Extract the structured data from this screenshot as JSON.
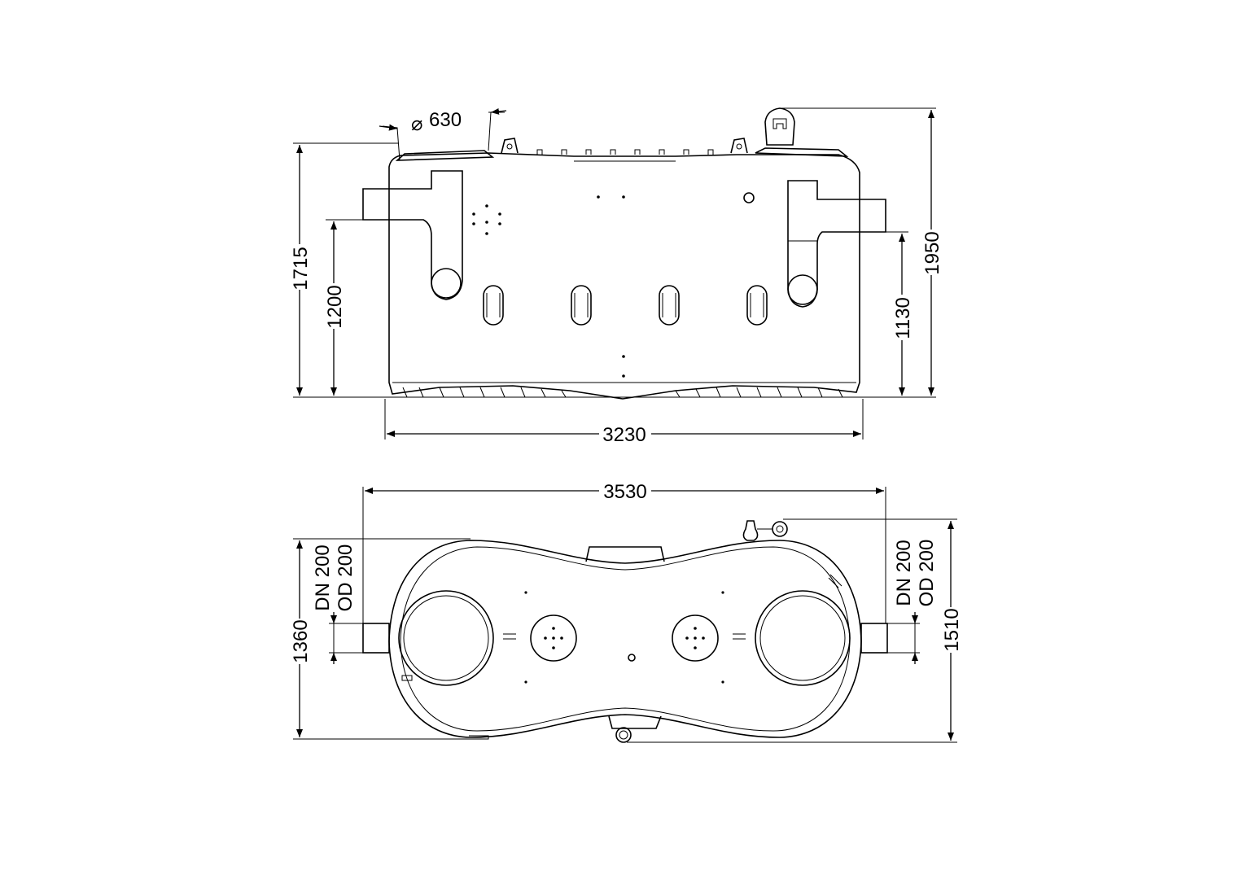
{
  "dimensions": {
    "front_view": {
      "opening_diameter": {
        "symbol": "⌀",
        "value": "630"
      },
      "height_total_left": "1715",
      "inlet_height": "1200",
      "outlet_height": "1130",
      "height_total_right": "1950",
      "length_body": "3230"
    },
    "top_view": {
      "length_total": "3530",
      "width_body": "1360",
      "width_total": "1510",
      "inlet_pipe": {
        "dn": "DN 200",
        "od": "OD 200"
      },
      "outlet_pipe": {
        "dn": "DN 200",
        "od": "OD 200"
      }
    }
  }
}
